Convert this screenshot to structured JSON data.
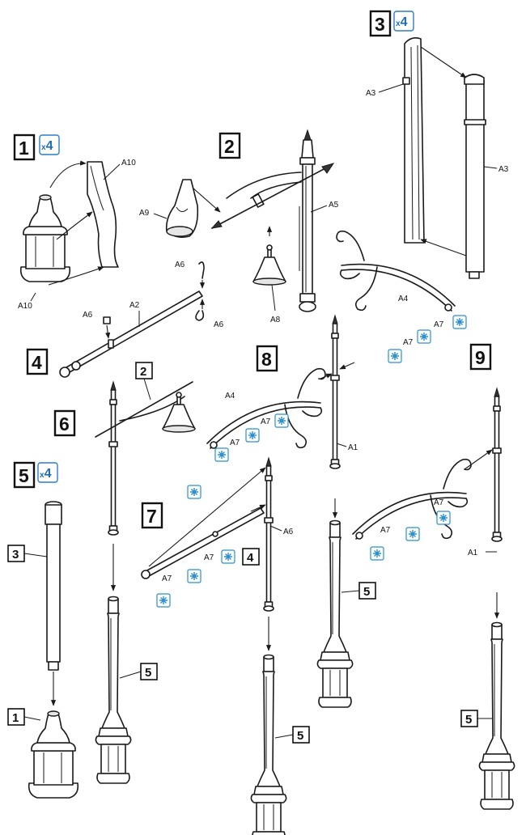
{
  "steps": [
    {
      "number": "1",
      "multiplier_prefix": "x",
      "multiplier": "4"
    },
    {
      "number": "2"
    },
    {
      "number": "3",
      "multiplier_prefix": "x",
      "multiplier": "4"
    },
    {
      "number": "4"
    },
    {
      "number": "5",
      "multiplier_prefix": "x",
      "multiplier": "4"
    },
    {
      "number": "6"
    },
    {
      "number": "7"
    },
    {
      "number": "8"
    },
    {
      "number": "9"
    }
  ],
  "sub_refs": {
    "r2": "2",
    "r3": "3",
    "r1": "1",
    "r5a": "5",
    "r4": "4",
    "r5b": "5",
    "r5c": "5",
    "r5d": "5"
  },
  "parts": {
    "a10_top": "A10",
    "a10_bot": "A10",
    "a9": "A9",
    "a5": "A5",
    "a8": "A8",
    "a3_left": "A3",
    "a3_right": "A3",
    "a6_top": "A6",
    "a6_left": "A6",
    "a6_right": "A6",
    "a2": "A2",
    "a4_left": "A4",
    "a4_right": "A4",
    "a7_8a": "A7",
    "a7_8b": "A7",
    "a7_8c": "A7",
    "a7_8d": "A7",
    "a1_8": "A1",
    "a6_7": "A6",
    "a7_7a": "A7",
    "a7_7b": "A7",
    "a7_9a": "A7",
    "a7_9b": "A7",
    "a1_9": "A1"
  },
  "icons": {
    "glue": "cement-glue-icon"
  },
  "colors": {
    "accent": "#2a8fd0",
    "ink": "#1a1a1a"
  }
}
